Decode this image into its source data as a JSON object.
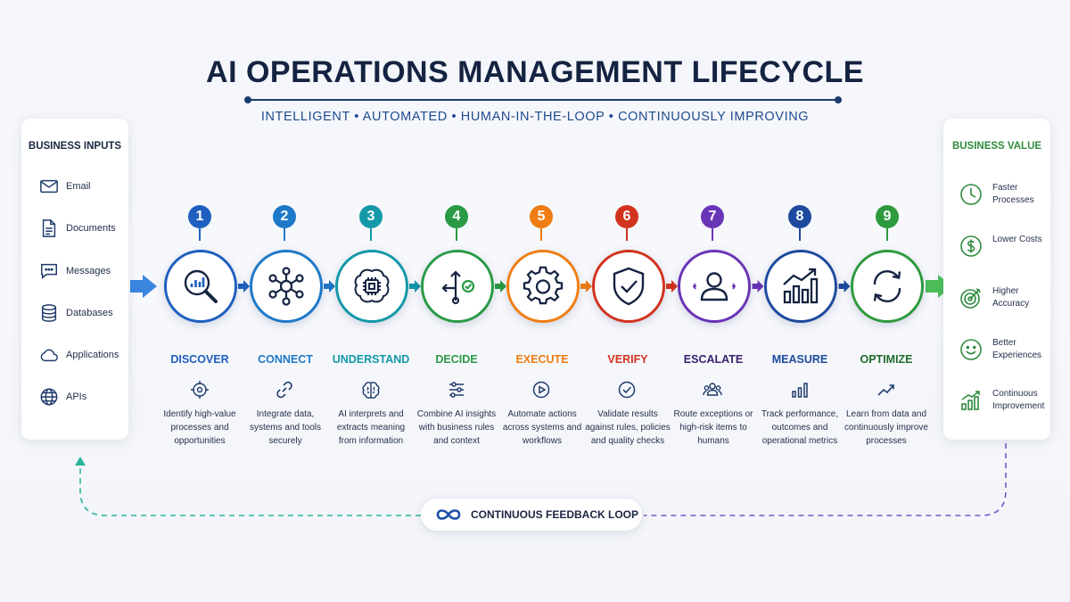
{
  "header": {
    "title": "AI OPERATIONS MANAGEMENT LIFECYCLE",
    "subtitle": "INTELLIGENT • AUTOMATED • HUMAN-IN-THE-LOOP • CONTINUOUSLY IMPROVING"
  },
  "inputs": {
    "title": "BUSINESS INPUTS",
    "items": [
      {
        "label": "Email",
        "icon": "mail-icon"
      },
      {
        "label": "Documents",
        "icon": "document-icon"
      },
      {
        "label": "Messages",
        "icon": "chat-icon"
      },
      {
        "label": "Databases",
        "icon": "database-icon"
      },
      {
        "label": "Applications",
        "icon": "cloud-icon"
      },
      {
        "label": "APIs",
        "icon": "globe-icon"
      }
    ]
  },
  "outputs": {
    "title": "BUSINESS VALUE",
    "items": [
      {
        "label": "Faster Processes",
        "icon": "clock-icon"
      },
      {
        "label": "Lower Costs",
        "icon": "dollar-icon"
      },
      {
        "label": "Higher Accuracy",
        "icon": "target-icon"
      },
      {
        "label": "Better Experiences",
        "icon": "smile-icon"
      },
      {
        "label": "Continuous Improvement",
        "icon": "growth-chart-icon"
      }
    ],
    "accent": "#2e8b3e"
  },
  "steps": [
    {
      "num": "1",
      "title": "DISCOVER",
      "color": "#1f5fbf",
      "icon": "magnifier-chart-icon",
      "small_icon": "crosshair-icon",
      "desc": "Identify high-value processes and opportunities"
    },
    {
      "num": "2",
      "title": "CONNECT",
      "color": "#1e78c8",
      "icon": "network-hub-icon",
      "small_icon": "link-icon",
      "desc": "Integrate data, systems and tools securely"
    },
    {
      "num": "3",
      "title": "UNDERSTAND",
      "color": "#1398a8",
      "icon": "brain-chip-icon",
      "small_icon": "brain-icon",
      "desc": "AI interprets and extracts meaning from information"
    },
    {
      "num": "4",
      "title": "DECIDE",
      "color": "#2a9a46",
      "icon": "decision-arrows-icon",
      "small_icon": "sliders-icon",
      "desc": "Combine AI insights with business rules and context"
    },
    {
      "num": "5",
      "title": "EXECUTE",
      "color": "#ef7d12",
      "icon": "gear-icon",
      "small_icon": "play-icon",
      "desc": "Automate actions across systems and workflows"
    },
    {
      "num": "6",
      "title": "VERIFY",
      "color": "#d2331f",
      "icon": "shield-check-icon",
      "small_icon": "check-circle-icon",
      "desc": "Validate results against rules, policies and quality checks"
    },
    {
      "num": "7",
      "title": "ESCALATE",
      "color": "#6a34b6",
      "icon": "person-escalate-icon",
      "small_icon": "group-icon",
      "desc": "Route exceptions or high-risk items to humans"
    },
    {
      "num": "8",
      "title": "MEASURE",
      "color": "#1d4a9e",
      "icon": "bar-chart-trend-icon",
      "small_icon": "bars-icon",
      "desc": "Track performance, outcomes and operational metrics"
    },
    {
      "num": "9",
      "title": "OPTIMIZE",
      "color": "#2e9a3e",
      "icon": "refresh-cycle-icon",
      "small_icon": "trend-up-icon",
      "desc": "Learn from data and continuously improve processes"
    }
  ],
  "feedback": {
    "label": "CONTINUOUS FEEDBACK LOOP",
    "icon": "infinity-icon"
  }
}
